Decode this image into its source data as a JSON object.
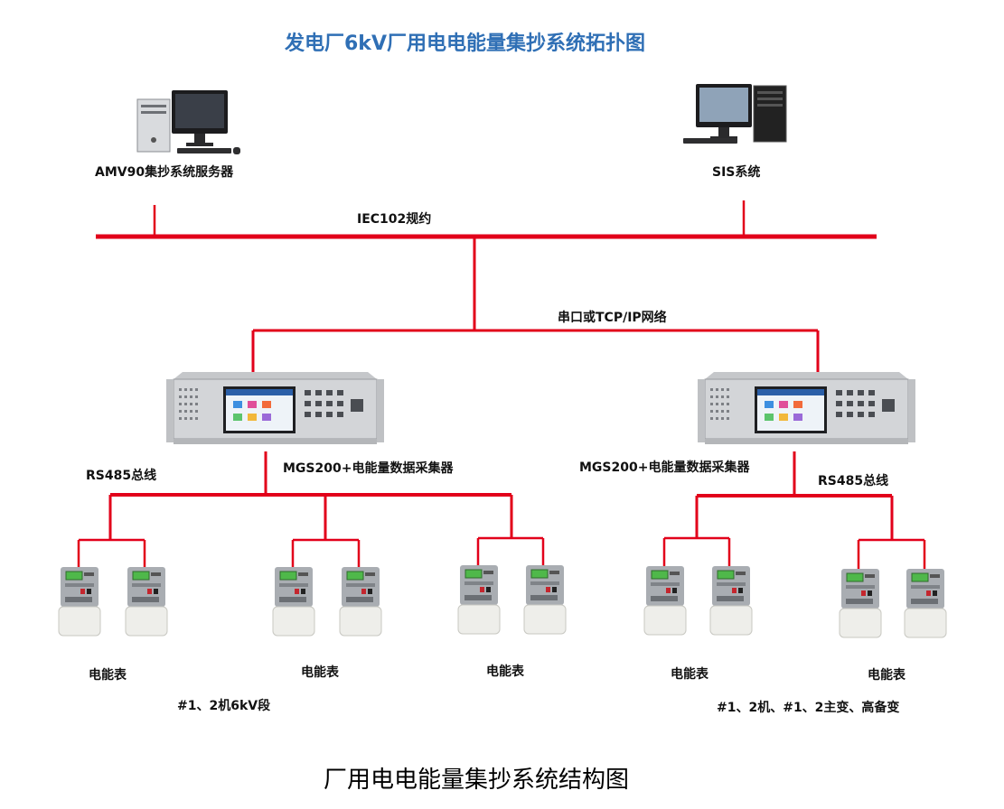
{
  "diagram": {
    "title": "发电厂6kV厂用电电能量集抄系统拓扑图",
    "caption": "厂用电电能量集抄系统结构图",
    "labels": {
      "server": "AMV90集抄系统服务器",
      "sis": "SIS系统",
      "protocol": "IEC102规约",
      "network": "串口或TCP/IP网络",
      "collector_left": "MGS200+电能量数据采集器",
      "collector_right": "MGS200+电能量数据采集器",
      "rs485_left": "RS485总线",
      "rs485_right": "RS485总线",
      "meter_group_1": "电能表",
      "meter_group_2": "电能表",
      "meter_group_3": "电能表",
      "meter_group_4": "电能表",
      "meter_group_5": "电能表",
      "section_left": "#1、2机6kV段",
      "section_right": "#1、2机、#1、2主变、高备变"
    },
    "icons": [
      "desktop-computer-icon",
      "collector-device-icon",
      "energy-meter-icon"
    ],
    "colors": {
      "bus": "#e2001a",
      "title": "#2f6fb5"
    }
  }
}
